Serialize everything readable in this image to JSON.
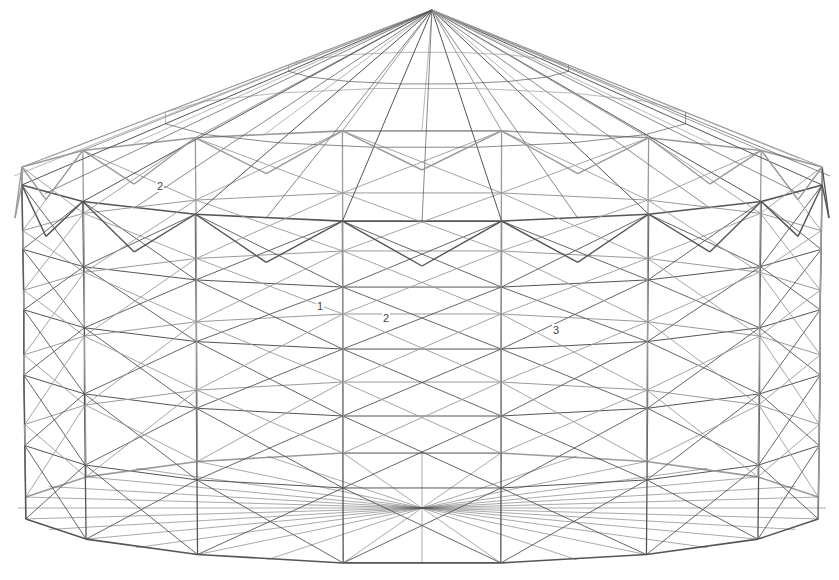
{
  "diagram": {
    "labels": [
      "2",
      "1",
      "2",
      "3"
    ]
  }
}
